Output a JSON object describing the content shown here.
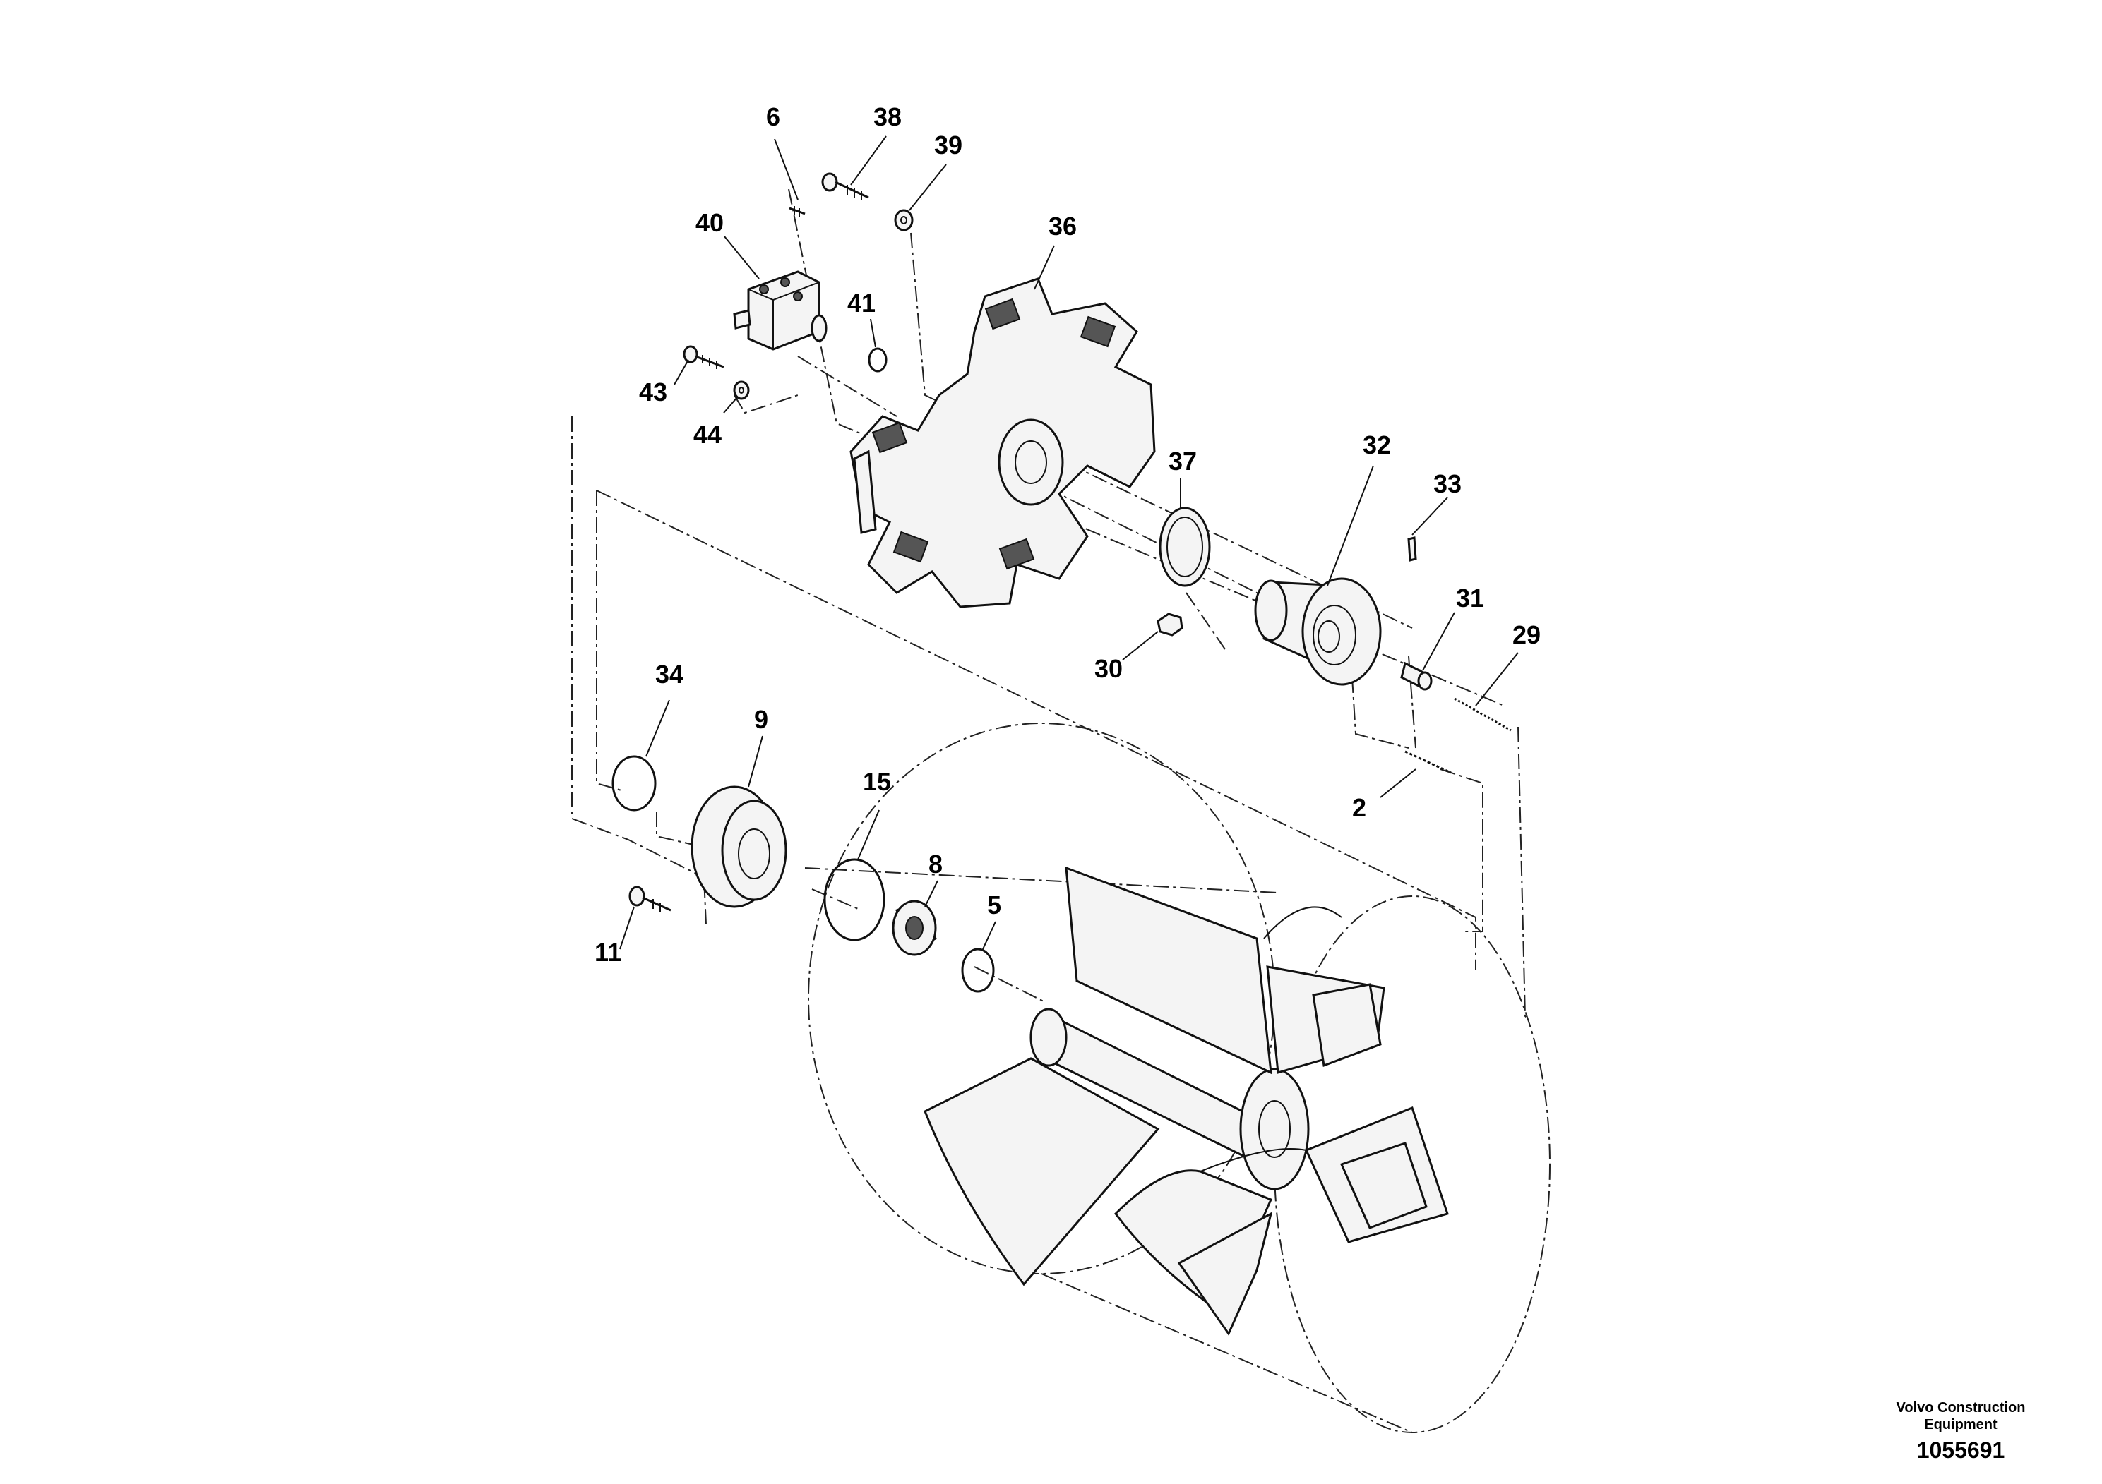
{
  "parts": [
    {
      "num": "6"
    },
    {
      "num": "38"
    },
    {
      "num": "39"
    },
    {
      "num": "40"
    },
    {
      "num": "36"
    },
    {
      "num": "41"
    },
    {
      "num": "43"
    },
    {
      "num": "44"
    },
    {
      "num": "32"
    },
    {
      "num": "37"
    },
    {
      "num": "33"
    },
    {
      "num": "31"
    },
    {
      "num": "29"
    },
    {
      "num": "30"
    },
    {
      "num": "34"
    },
    {
      "num": "9"
    },
    {
      "num": "15"
    },
    {
      "num": "8"
    },
    {
      "num": "5"
    },
    {
      "num": "2"
    },
    {
      "num": "11"
    }
  ],
  "footer": {
    "brand_line_1": "Volvo Construction",
    "brand_line_2": "Equipment",
    "doc_number": "1055691"
  }
}
